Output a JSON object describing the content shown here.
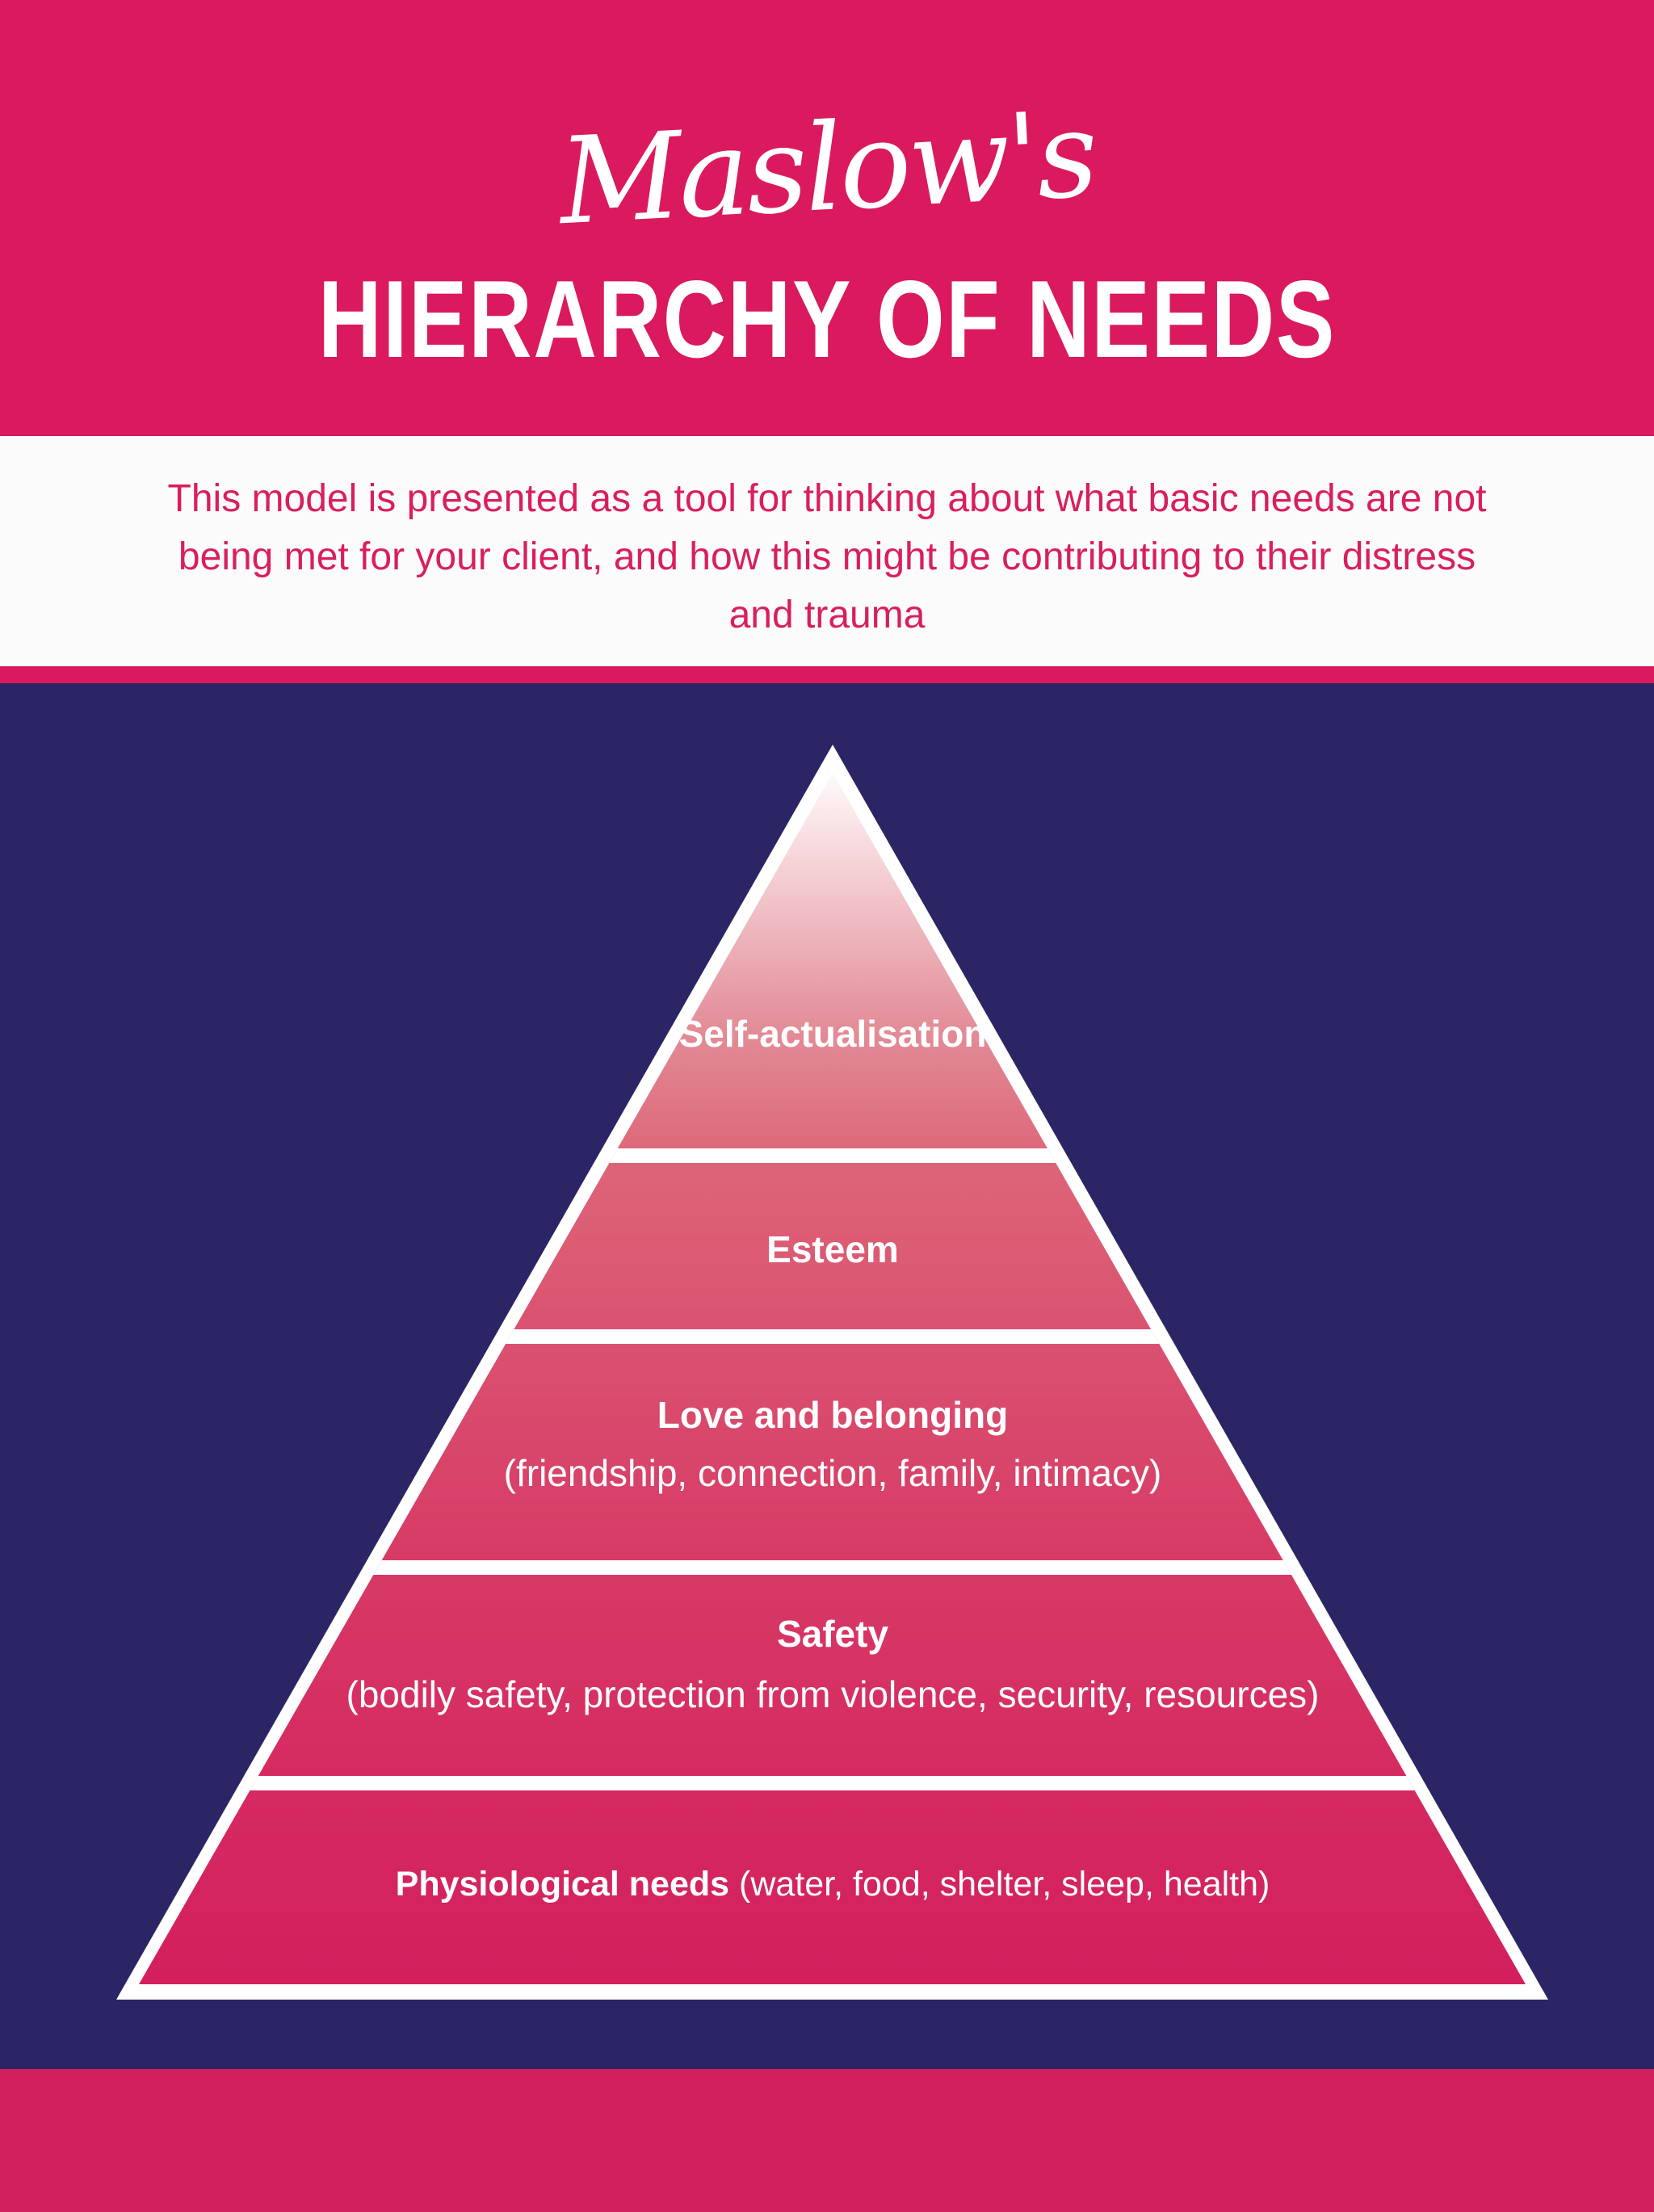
{
  "header": {
    "script_title": "Maslow's",
    "main_title": "HIERARCHY OF NEEDS"
  },
  "intro": {
    "lines": [
      "This model is presented as a tool for thinking about what basic needs are not",
      "being met for your client, and how this might be contributing to their distress",
      "and trauma"
    ]
  },
  "pyramid": {
    "levels": [
      {
        "title": "Self-actualisation",
        "subtitle": ""
      },
      {
        "title": "Esteem",
        "subtitle": ""
      },
      {
        "title": "Love and belonging",
        "subtitle": "(friendship, connection, family, intimacy)"
      },
      {
        "title": "Safety",
        "subtitle": "(bodily safety, protection from violence, security, resources)"
      },
      {
        "title": "Physiological needs",
        "subtitle": "(water, food, shelter, sleep, health)"
      }
    ]
  },
  "colors": {
    "header_pink": "#DB195E",
    "footer_pink": "#D2205E",
    "intro_text_pink": "#D91E5F",
    "navy_background": "#2B2565",
    "pyramid_outline": "#FFFFFF",
    "pyramid_gradient_top": "#FEFAFA",
    "pyramid_gradient_bottom": "#D31F5D"
  }
}
